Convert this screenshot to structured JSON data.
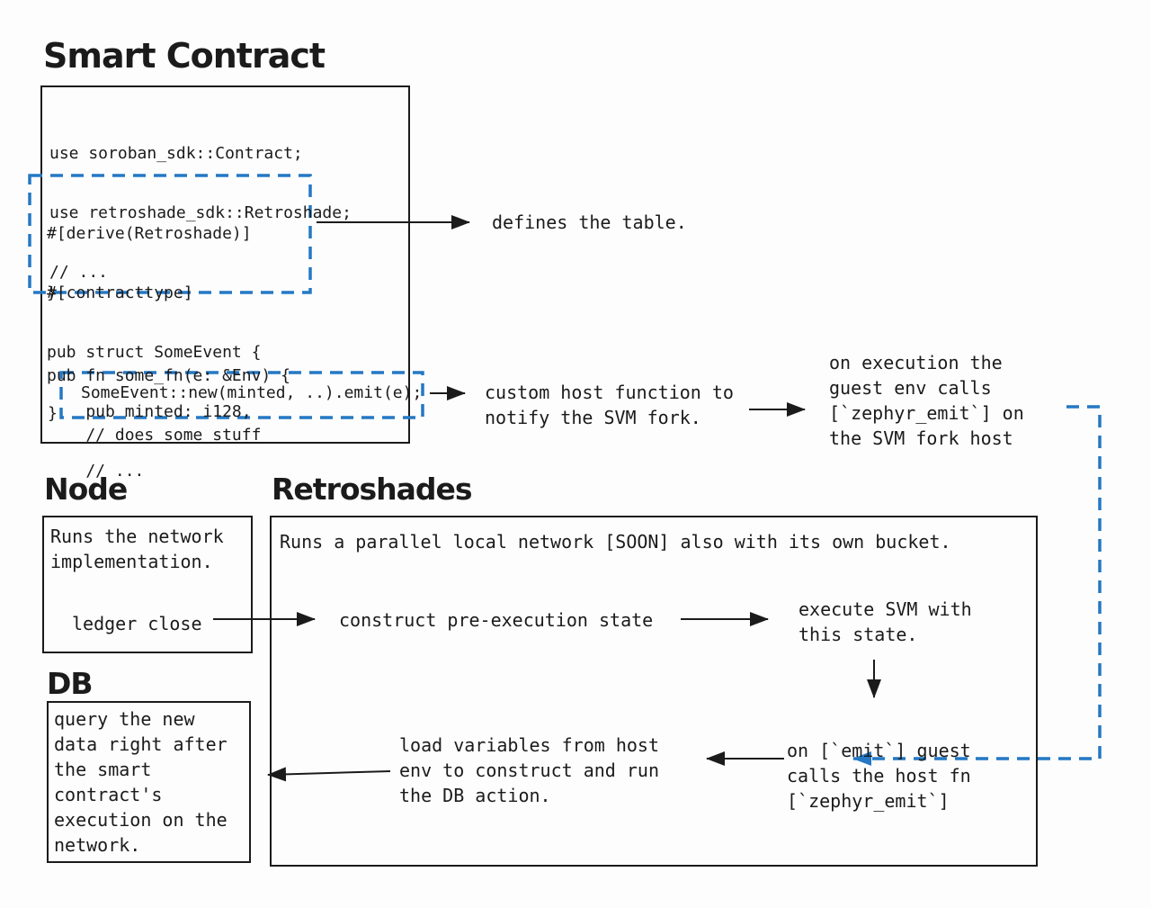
{
  "colors": {
    "ink": "#1b1b1b",
    "accent_blue": "#2478c4"
  },
  "smart_contract": {
    "title": "Smart Contract",
    "code_top": [
      "use soroban_sdk::Contract;",
      "use retroshade_sdk::Retroshade;",
      "// ..."
    ],
    "struct_block": [
      "#[derive(Retroshade)]",
      "#[contracttype]",
      "pub struct SomeEvent {",
      "    pub minted: i128,",
      "    // ..."
    ],
    "struct_close": "}",
    "fn_block": [
      "pub fn some_fn(e: &Env) {",
      "    // does some stuff"
    ],
    "emit_line": "SomeEvent::new(minted, ..).emit(e);",
    "fn_close": "}"
  },
  "annotations": {
    "defines_table": "defines the table.",
    "custom_host_fn": "custom host function to\nnotify the SVM fork.",
    "on_execution": "on execution the\nguest env calls\n[`zephyr_emit`] on\nthe SVM fork host"
  },
  "node": {
    "title": "Node",
    "description": "Runs the network\nimplementation.",
    "ledger_close_label": "ledger close"
  },
  "retroshades": {
    "title": "Retroshades",
    "header": "Runs a parallel local network [SOON] also with its own bucket.",
    "construct_state": "construct pre-execution state",
    "execute_svm": "execute SVM with\nthis state.",
    "load_variables": "load variables from host\nenv to construct and run\nthe DB action.",
    "on_emit": "on [`emit`] guest\ncalls the host fn\n[`zephyr_emit`]"
  },
  "db": {
    "title": "DB",
    "description": "query the new\ndata right after\nthe smart\ncontract's\nexecution on the\nnetwork."
  }
}
